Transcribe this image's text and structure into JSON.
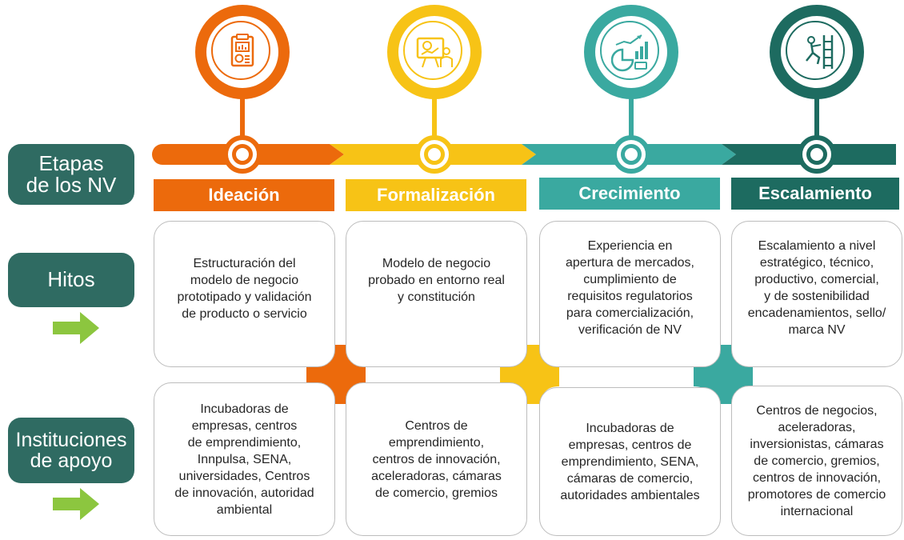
{
  "left_labels": {
    "stages": [
      "Etapas",
      "de los NV"
    ],
    "milestones": "Hitos",
    "institutions": [
      "Instituciones",
      "de apoyo"
    ]
  },
  "stages": [
    {
      "name": "Ideación",
      "color": "#ec6a0c",
      "icon": "clipboard-chart-icon"
    },
    {
      "name": "Formalización",
      "color": "#f7c316",
      "icon": "presentation-board-icon"
    },
    {
      "name": "Crecimiento",
      "color": "#3aa9a0",
      "icon": "growth-chart-icon"
    },
    {
      "name": "Escalamiento",
      "color": "#1d6b60",
      "icon": "climbing-ladder-icon"
    }
  ],
  "milestones": [
    [
      "Estructuración del",
      "modelo de negocio",
      "prototipado y validación",
      "de producto o servicio"
    ],
    [
      "Modelo de negocio",
      "probado en entorno real",
      "y constitución"
    ],
    [
      "Experiencia en",
      "apertura de mercados,",
      "cumplimiento de",
      "requisitos regulatorios",
      "para comercialización,",
      "verificación de NV"
    ],
    [
      "Escalamiento a nivel",
      "estratégico, técnico,",
      "productivo, comercial,",
      "y de sostenibilidad",
      "encadenamientos, sello/",
      "marca NV"
    ]
  ],
  "institutions": [
    [
      "Incubadoras de",
      "empresas, centros",
      "de emprendimiento,",
      "Innpulsa, SENA,",
      "universidades, Centros",
      "de innovación, autoridad",
      "ambiental"
    ],
    [
      "Centros de",
      "emprendimiento,",
      "centros de innovación,",
      "aceleradoras, cámaras",
      "de comercio, gremios"
    ],
    [
      "Incubadoras de",
      "empresas, centros de",
      "emprendimiento, SENA,",
      "cámaras de comercio,",
      "autoridades ambientales"
    ],
    [
      "Centros de negocios,",
      "aceleradoras,",
      "inversionistas, cámaras",
      "de comercio, gremios,",
      "centros de innovación,",
      "promotores de comercio",
      "internacional"
    ]
  ]
}
